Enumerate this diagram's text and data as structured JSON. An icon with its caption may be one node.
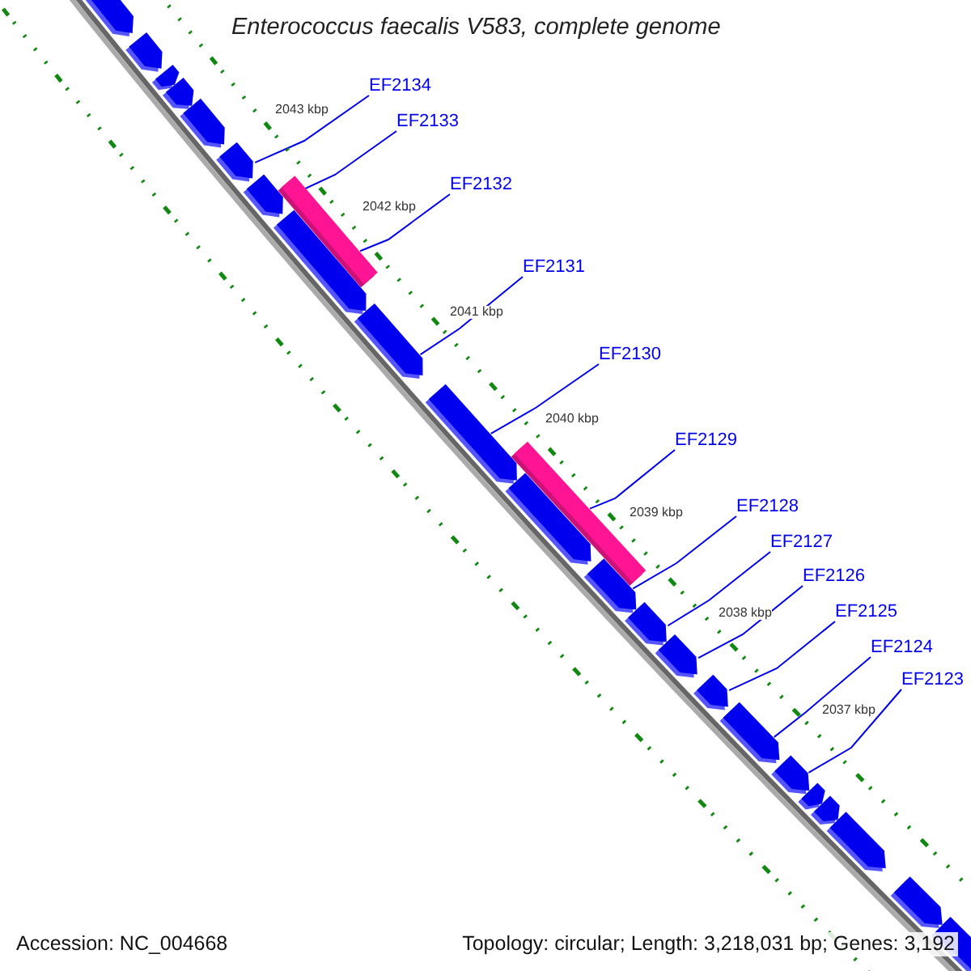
{
  "diagram": {
    "title": "Enterococcus faecalis V583, complete genome",
    "nodes": [
      {
        "text": [
          "EF2134"
        ]
      },
      {
        "text": [
          "EF2133"
        ]
      },
      {
        "text": [
          "EF2132"
        ]
      },
      {
        "text": [
          "EF2131"
        ]
      },
      {
        "text": [
          "EF2130"
        ]
      },
      {
        "text": [
          "EF2129"
        ]
      },
      {
        "text": [
          "EF2128"
        ]
      },
      {
        "text": [
          "EF2127"
        ]
      },
      {
        "text": [
          "EF2126"
        ]
      },
      {
        "text": [
          "EF2125"
        ]
      },
      {
        "text": [
          "EF2124"
        ]
      },
      {
        "text": [
          "EF2123"
        ]
      },
      {
        "text": [],
        "shape": "arrow"
      },
      {
        "text": [],
        "shape": "arrow"
      },
      {
        "text": [],
        "shape": "arrow"
      },
      {
        "text": [],
        "shape": "arrow"
      },
      {
        "text": [],
        "shape": "arrow"
      },
      {
        "text": [],
        "shape": "arrow"
      },
      {
        "text": [],
        "shape": "arrow"
      },
      {
        "text": [],
        "shape": "bar"
      },
      {
        "text": [],
        "shape": "arrow"
      },
      {
        "text": [],
        "shape": "arrow"
      },
      {
        "text": [],
        "shape": "arrow"
      },
      {
        "text": [],
        "shape": "bar"
      },
      {
        "text": [],
        "shape": "arrow"
      },
      {
        "text": [],
        "shape": "arrow"
      },
      {
        "text": [],
        "shape": "arrow"
      },
      {
        "text": [],
        "shape": "arrow"
      },
      {
        "text": [],
        "shape": "arrow"
      },
      {
        "text": [],
        "shape": "arrow"
      },
      {
        "text": [],
        "shape": "arrow"
      },
      {
        "text": [],
        "shape": "arrow"
      },
      {
        "text": [],
        "shape": "arrow"
      },
      {
        "text": [],
        "shape": "arrow"
      },
      {
        "text": [],
        "shape": "arrow"
      },
      {
        "text": [],
        "shape": "arrow"
      }
    ],
    "edges": [
      {
        "from": 0,
        "to": 17,
        "arrow": "none"
      },
      {
        "from": 1,
        "to": 18,
        "arrow": "none"
      },
      {
        "from": 2,
        "to": 19,
        "arrow": "none"
      },
      {
        "from": 3,
        "to": 21,
        "arrow": "none"
      },
      {
        "from": 4,
        "to": 22,
        "arrow": "none"
      },
      {
        "from": 5,
        "to": 23,
        "arrow": "none"
      },
      {
        "from": 6,
        "to": 25,
        "arrow": "none"
      },
      {
        "from": 7,
        "to": 26,
        "arrow": "none"
      },
      {
        "from": 8,
        "to": 27,
        "arrow": "none"
      },
      {
        "from": 9,
        "to": 28,
        "arrow": "none"
      },
      {
        "from": 10,
        "to": 29,
        "arrow": "none"
      },
      {
        "from": 11,
        "to": 30,
        "arrow": "none"
      }
    ],
    "labels": [
      "2043 kbp",
      "2042 kbp",
      "2041 kbp",
      "2040 kbp",
      "2039 kbp",
      "2038 kbp",
      "2037 kbp",
      "Accession: NC_004668",
      "Topology: circular; Length: 3,218,031 bp; Genes: 3,192"
    ]
  }
}
